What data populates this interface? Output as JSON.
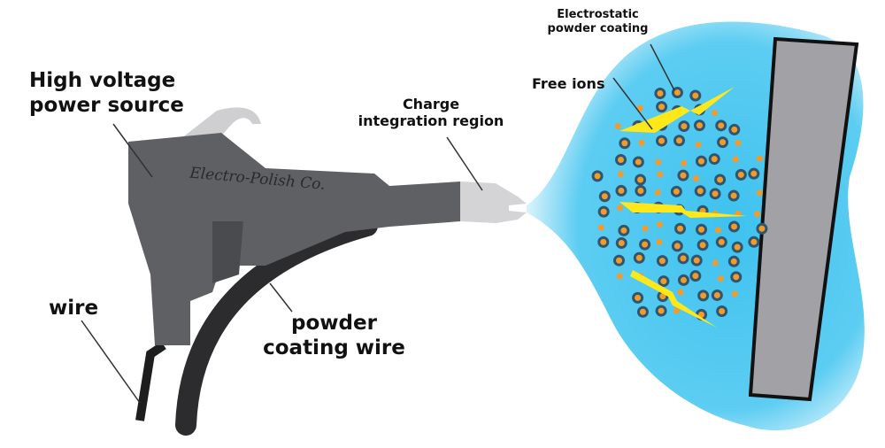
{
  "labels": {
    "power_source": [
      "High voltage",
      "power source"
    ],
    "wire": "wire",
    "powder_wire": [
      "powder",
      "coating wire"
    ],
    "charge_region": [
      "Charge",
      "integration region"
    ],
    "free_ions": "Free ions",
    "electrostatic": [
      "Electrostatic",
      "powder coating"
    ]
  },
  "gun_brand": "Electro-Polish Co.",
  "colors": {
    "gun": "#5f6064",
    "nozzle": "#d4d4d6",
    "spray": "#4cc6ef",
    "particle_ring": "#2f5670",
    "particle_core": "#f39a2b",
    "lightning": "#ffe81a",
    "plate": "#a2a2a6"
  }
}
